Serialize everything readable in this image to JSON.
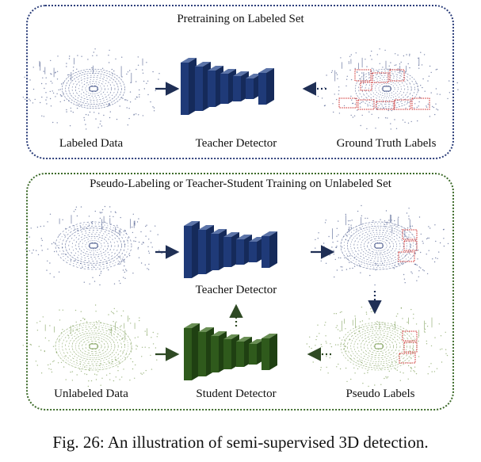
{
  "top": {
    "title": "Pretraining on Labeled Set",
    "labeled_data": "Labeled Data",
    "teacher_detector": "Teacher Detector",
    "ground_truth": "Ground Truth Labels"
  },
  "bottom": {
    "title": "Pseudo-Labeling or Teacher-Student Training on Unlabeled Set",
    "teacher_detector": "Teacher Detector",
    "unlabeled_data": "Unlabeled Data",
    "student_detector": "Student Detector",
    "pseudo_labels": "Pseudo Labels"
  },
  "caption": "Fig. 26: An illustration of semi-supervised 3D detection.",
  "colors": {
    "teacher_blue": "#1f3a78",
    "student_green": "#2f5a1c",
    "box_red": "#cc2222",
    "points_blue": "#4a5a8c",
    "points_green": "#7fa05a"
  }
}
